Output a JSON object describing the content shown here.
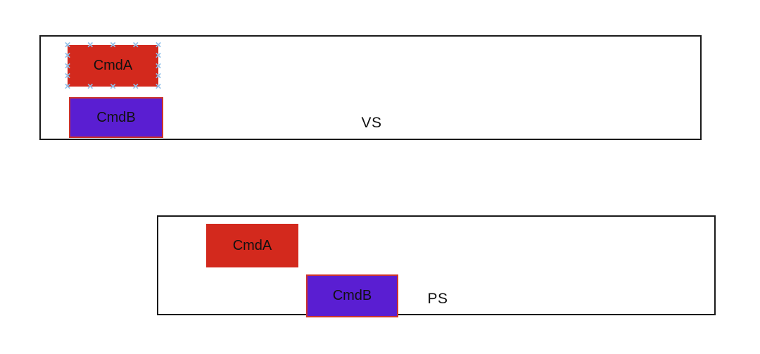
{
  "colors": {
    "canvas_bg": "#ffffff",
    "panel_border": "#1a1a1a",
    "block_red": "#d3291d",
    "block_purple": "#5a1ed2",
    "purple_border_red": "#cd342c",
    "selection_handle_blue": "#8fc0ea",
    "text": "#111111"
  },
  "top_panel": {
    "blocks": [
      {
        "label": "CmdA"
      },
      {
        "label": "CmdB"
      }
    ],
    "caption": "VS"
  },
  "bottom_panel": {
    "blocks": [
      {
        "label": "CmdA"
      },
      {
        "label": "CmdB"
      }
    ],
    "caption": "PS"
  },
  "icons": {
    "selection_handle_glyph": "×"
  }
}
